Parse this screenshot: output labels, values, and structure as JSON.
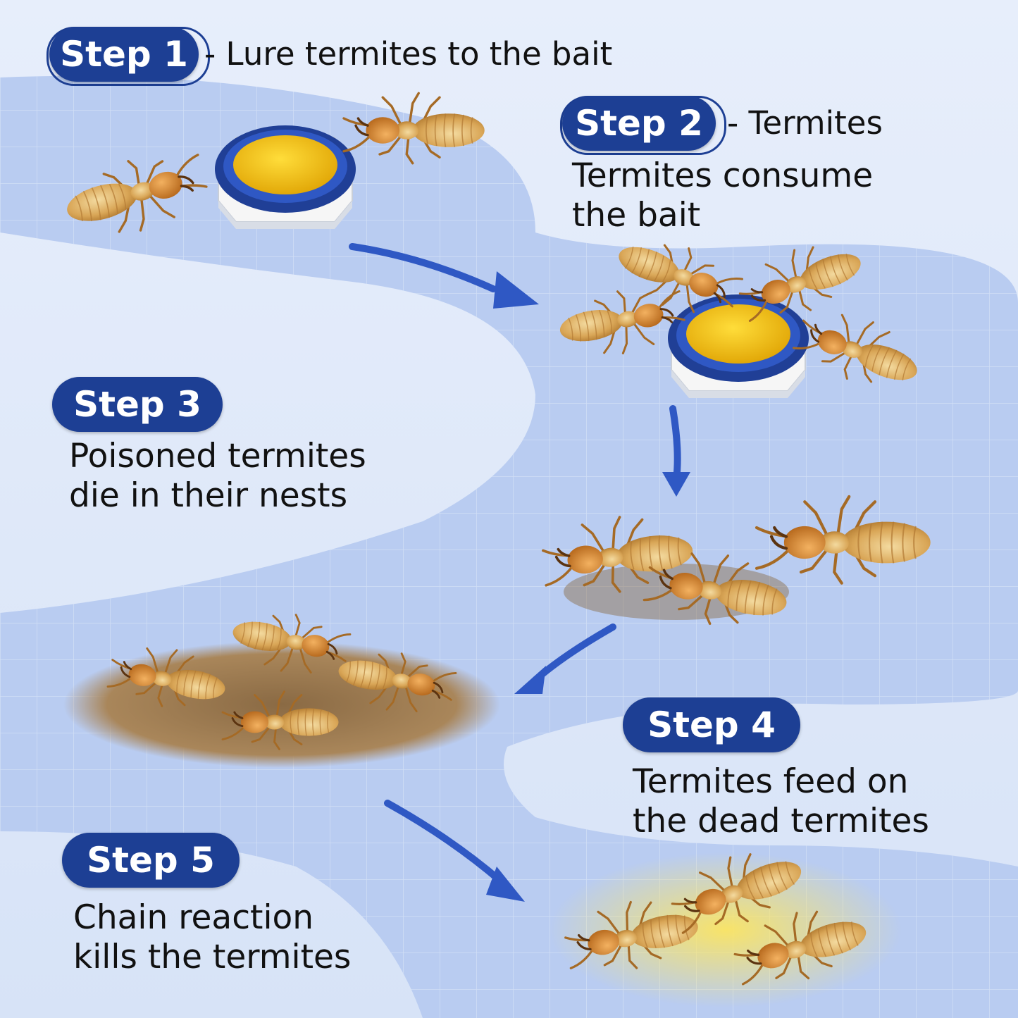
{
  "colors": {
    "background": "#dfe8f8",
    "band": "#b8cdf1",
    "pill": "#1d3f94",
    "arrow": "#2f58c4",
    "termite": "#d4953a",
    "bait": "#f2c418",
    "bait_ring": "#2a4ea8"
  },
  "steps": [
    {
      "label": "Step 1",
      "suffix": "- Lure termites to the bait",
      "lines": []
    },
    {
      "label": "Step 2",
      "suffix": "- Termites",
      "lines": [
        "Termites consume",
        "the bait"
      ]
    },
    {
      "label": "Step 3",
      "suffix": "",
      "lines": [
        "Poisoned termites",
        "die in their nests"
      ]
    },
    {
      "label": "Step 4",
      "suffix": "",
      "lines": [
        "Termites feed on",
        "the dead termites"
      ]
    },
    {
      "label": "Step 5",
      "suffix": "",
      "lines": [
        "Chain reaction",
        "kills the termites"
      ]
    }
  ],
  "icons": [
    "bait-station-icon",
    "termite-icon",
    "dirt-pile-icon",
    "arrow-icon"
  ]
}
